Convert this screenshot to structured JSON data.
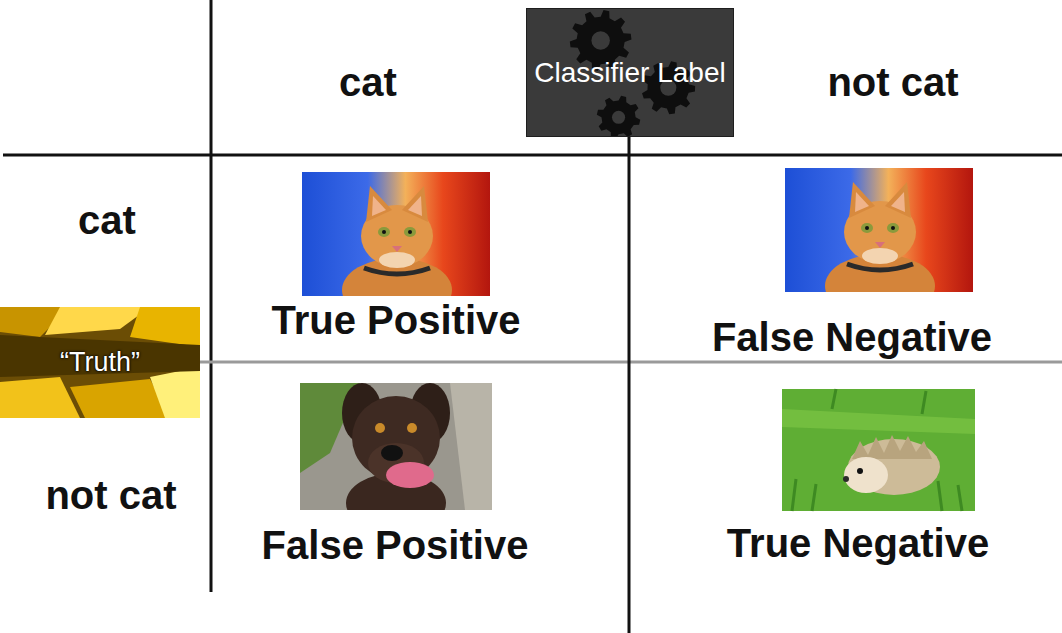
{
  "diagram": {
    "nodes": [
      {
        "text": [
          "Classifier Label"
        ]
      },
      {
        "text": [
          "“Truth”"
        ]
      }
    ],
    "labels": [
      "cat",
      "not cat",
      "cat",
      "True Positive",
      "False Negative",
      "not cat",
      "False Positive",
      "True Negative"
    ]
  }
}
